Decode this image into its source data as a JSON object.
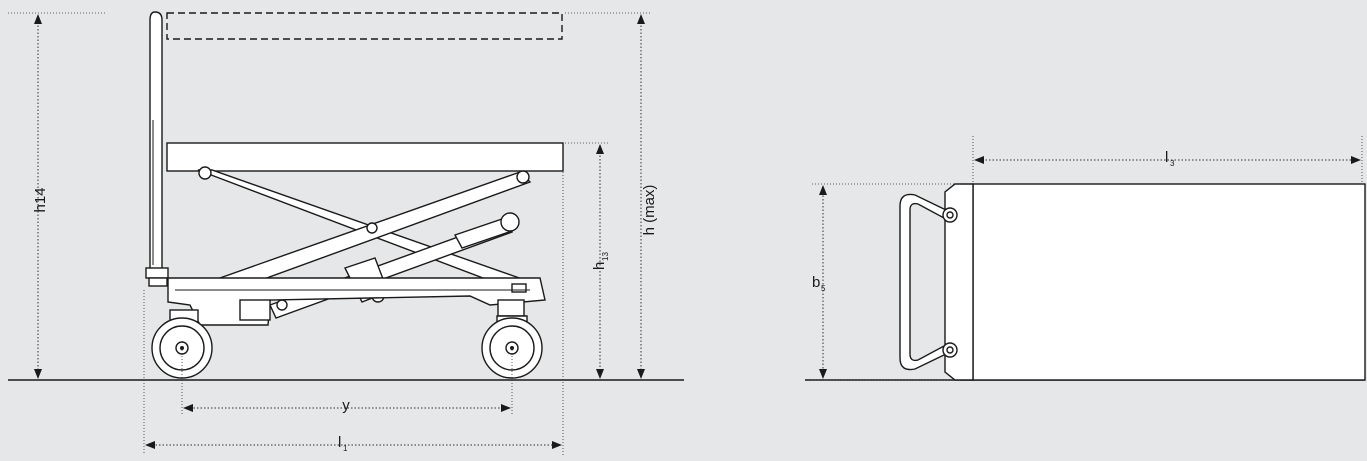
{
  "labels": {
    "h14": "h14",
    "hmax": "h (max)",
    "h13_base": "h",
    "h13_sub": "13",
    "y": "y",
    "l1_base": "l",
    "l1_sub": "1",
    "l3_base": "l",
    "l3_sub": "3",
    "b5_base": "b",
    "b5_sub": "5"
  },
  "colors": {
    "background": "#e6e7e8",
    "line": "#1a1a1a",
    "fill": "#ffffff"
  }
}
